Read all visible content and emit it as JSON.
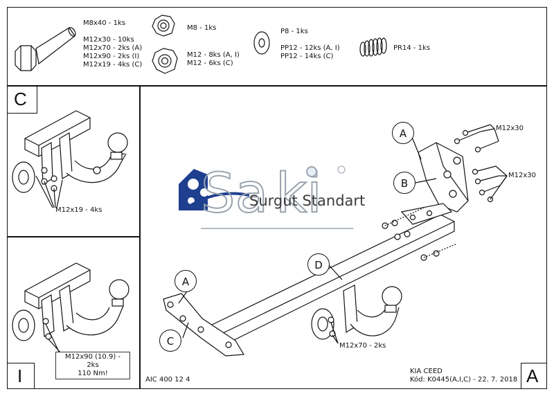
{
  "parts": {
    "bolt_head_lines": [
      "M8x40 - 1ks",
      "M12x30 - 10ks",
      "M12x70 - 2ks (A)",
      "M12x90 - 2ks (I)",
      "M12x19 - 4ks (C)"
    ],
    "nut_small": "M8 - 1ks",
    "nut_large": [
      "M12 - 8ks (A, I)",
      "M12 - 6ks (C)"
    ],
    "washer_small": "P8 - 1ks",
    "washer_large": [
      "PP12 - 12ks (A, I)",
      "PP12 - 14ks (C)"
    ],
    "spring": "PR14 - 1ks"
  },
  "panel_c": {
    "letter": "C",
    "label": "M12x19 - 4ks"
  },
  "panel_i": {
    "letter": "I",
    "label_line1": "M12x90 (10.9) - 2ks",
    "label_line2": "110 Nm!"
  },
  "main": {
    "letter": "A",
    "balloons": {
      "a_top": "A",
      "b": "B",
      "d": "D",
      "a_left": "A",
      "c_left": "C"
    },
    "labels": {
      "m12x30_top": "M12x30",
      "m12x30_mid": "M12x30",
      "m12x70": "M12x70 - 2ks"
    },
    "watermark_text": "Surgut Standart",
    "model": "KIA CEED",
    "code": "Kód: K0445(A,I,C) - 22. 7. 2018",
    "part_no": "AIC 400 12 4"
  },
  "colors": {
    "line": "#111111",
    "logo_blue": "#1f3f8f",
    "logo_gray": "#9aa3ad"
  }
}
